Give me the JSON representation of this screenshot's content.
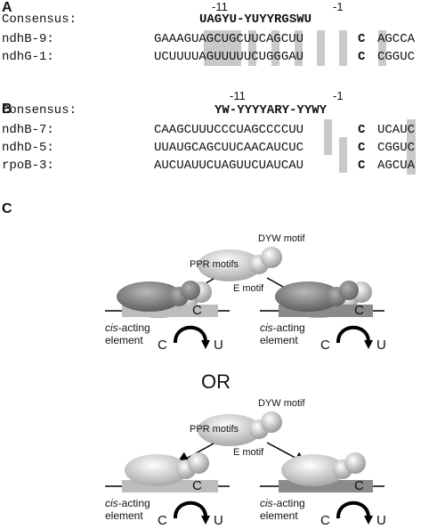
{
  "panel_a": {
    "label": "A",
    "pos_left": "-11",
    "pos_right": "-1",
    "consensus_label": "Consensus:",
    "consensus_seq": "UAGYU-YUYYRGSWU",
    "rows": [
      {
        "name": "ndhB-9:",
        "seq": "GAAAGUAGCUGCUUCAGCUU",
        "c": "C",
        "tail": "AGCCA"
      },
      {
        "name": "ndhG-1:",
        "seq": "UCUUUUAGUUUUUCUGGGAU",
        "c": "C",
        "tail": "CGGUC"
      }
    ]
  },
  "panel_b": {
    "label": "B",
    "pos_left": "-11",
    "pos_right": "-1",
    "consensus_label": "Consensus:",
    "consensus_seq": "YW-YYYYARY-YYWY",
    "rows": [
      {
        "name": "ndhB-7:",
        "seq": "CAAGCUUUCCCUAGCCCCUU",
        "c": "C",
        "tail": "UCAUC"
      },
      {
        "name": "ndhD-5:",
        "seq": "UUAUGCAGCUUCAACAUCUC",
        "c": "C",
        "tail": "CGGUC"
      },
      {
        "name": "rpoB-3:",
        "seq": "AUCUAUUCUAGUUCUAUCAU",
        "c": "C",
        "tail": "AGCUA"
      }
    ]
  },
  "panel_c": {
    "label": "C",
    "dyw_motif": "DYW motif",
    "ppr_motifs": "PPR motifs",
    "e_motif": "E motif",
    "or_text": "OR",
    "cis_line1": "cis",
    "cis_line1_rest": "-acting",
    "cis_line2": "element",
    "c_site": "C",
    "c_from": "C",
    "u_to": "U"
  },
  "colors": {
    "highlight": "#c9c9c9",
    "element_light": "#bdbdbd",
    "element_dark": "#8a8a8a"
  }
}
